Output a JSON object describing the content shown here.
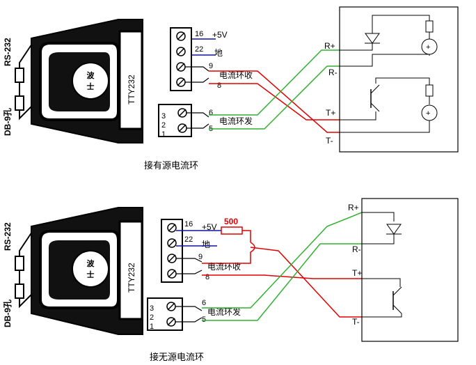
{
  "top": {
    "side_label": "RS-232",
    "side_label_2": "DB-9孔",
    "logo": "波士",
    "device_label": "TTY232",
    "terminals": [
      {
        "pin": "16",
        "label": "+5V"
      },
      {
        "pin": "22",
        "label": "地"
      },
      {
        "pin": "9",
        "label": ""
      },
      {
        "pin": "8",
        "label": ""
      }
    ],
    "recv_label": "电流环收",
    "send_label": "电流环发",
    "lower_terminals": [
      "3",
      "2",
      "1"
    ],
    "pins_lower": [
      "6",
      "5"
    ],
    "box_labels": {
      "r_plus": "R+",
      "r_minus": "R-",
      "t_plus": "T+",
      "t_minus": "T-"
    },
    "caption": "接有源电流环"
  },
  "bottom": {
    "side_label": "RS-232",
    "side_label_2": "DB-9孔",
    "logo": "波士",
    "device_label": "TTY232",
    "terminals": [
      {
        "pin": "16",
        "label": "+5V"
      },
      {
        "pin": "22",
        "label": "地"
      },
      {
        "pin": "9",
        "label": ""
      },
      {
        "pin": "8",
        "label": ""
      }
    ],
    "resistor": "500",
    "recv_label": "电流环收",
    "send_label": "电流环发",
    "lower_terminals": [
      "3",
      "2",
      "1"
    ],
    "pins_lower": [
      "6",
      "5"
    ],
    "box_labels": {
      "r_plus": "R+",
      "r_minus": "R-",
      "t_plus": "T+",
      "t_minus": "T-"
    },
    "caption": "接无源电流环"
  },
  "colors": {
    "red": "#e00000",
    "green": "#30b030",
    "blue": "#1010a0"
  }
}
